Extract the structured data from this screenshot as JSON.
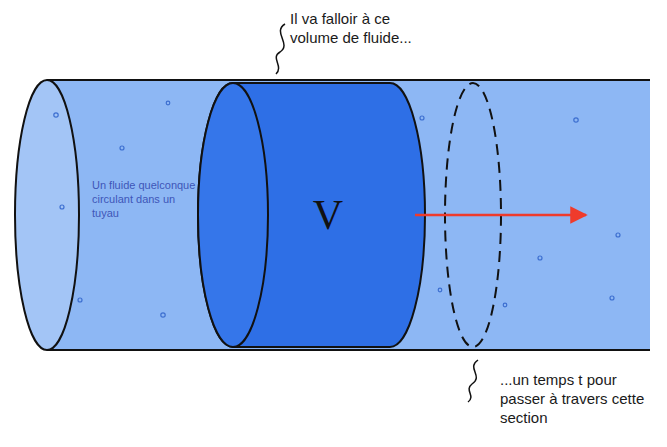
{
  "diagram": {
    "nodes": [
      {
        "text": [
          "Un fluide quelconque circulant dans un tuyau"
        ]
      },
      {
        "text": [
          "V"
        ],
        "in": 0
      }
    ],
    "labels": [
      "Il va falloir à ce volume de fluide...",
      "...un temps t pour passer à travers cette section"
    ]
  }
}
